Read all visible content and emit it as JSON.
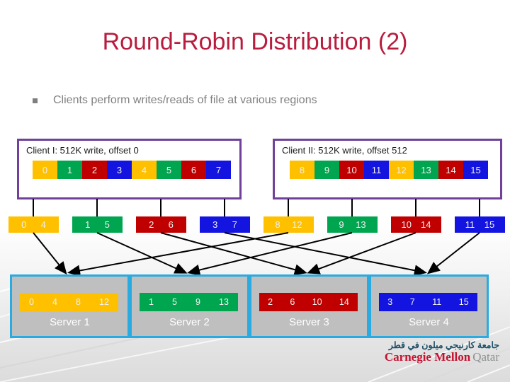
{
  "slide": {
    "title": "Round-Robin Distribution (2)",
    "bullet": "Clients perform writes/reads of file at various regions"
  },
  "palette": {
    "title_red": "#B91D3E",
    "bullet_gray": "#808080",
    "client_border_purple": "#71409A",
    "block_yellow": "#FFC000",
    "block_green": "#00A64F",
    "block_red": "#C00000",
    "block_blue": "#1414E0",
    "server_border_cyan": "#29ABE2",
    "server_bg_gray": "#BFBFBF",
    "arrow_black": "#000000",
    "brand_red": "#C41230",
    "brand_gray": "#8E9092"
  },
  "clients": [
    {
      "label": "Client I: 512K write, offset 0",
      "blocks": [
        {
          "value": "0",
          "color": "yellow"
        },
        {
          "value": "1",
          "color": "green"
        },
        {
          "value": "2",
          "color": "red"
        },
        {
          "value": "3",
          "color": "blue"
        },
        {
          "value": "4",
          "color": "yellow"
        },
        {
          "value": "5",
          "color": "green"
        },
        {
          "value": "6",
          "color": "red"
        },
        {
          "value": "7",
          "color": "blue"
        }
      ]
    },
    {
      "label": "Client II: 512K write, offset 512",
      "blocks": [
        {
          "value": "8",
          "color": "yellow"
        },
        {
          "value": "9",
          "color": "green"
        },
        {
          "value": "10",
          "color": "red"
        },
        {
          "value": "11",
          "color": "blue"
        },
        {
          "value": "12",
          "color": "yellow"
        },
        {
          "value": "13",
          "color": "green"
        },
        {
          "value": "14",
          "color": "red"
        },
        {
          "value": "15",
          "color": "blue"
        }
      ]
    }
  ],
  "stripes": [
    {
      "values": [
        "0",
        "4"
      ],
      "color": "yellow",
      "server": "Server 1"
    },
    {
      "values": [
        "1",
        "5"
      ],
      "color": "green",
      "server": "Server 2"
    },
    {
      "values": [
        "2",
        "6"
      ],
      "color": "red",
      "server": "Server 3"
    },
    {
      "values": [
        "3",
        "7"
      ],
      "color": "blue",
      "server": "Server 4"
    },
    {
      "values": [
        "8",
        "12"
      ],
      "color": "yellow",
      "server": "Server 1"
    },
    {
      "values": [
        "9",
        "13"
      ],
      "color": "green",
      "server": "Server 2"
    },
    {
      "values": [
        "10",
        "14"
      ],
      "color": "red",
      "server": "Server 3"
    },
    {
      "values": [
        "11",
        "15"
      ],
      "color": "blue",
      "server": "Server 4"
    }
  ],
  "servers": [
    {
      "name": "Server 1",
      "color": "yellow",
      "values": [
        "0",
        "4",
        "8",
        "12"
      ]
    },
    {
      "name": "Server 2",
      "color": "green",
      "values": [
        "1",
        "5",
        "9",
        "13"
      ]
    },
    {
      "name": "Server 3",
      "color": "red",
      "values": [
        "2",
        "6",
        "10",
        "14"
      ]
    },
    {
      "name": "Server 4",
      "color": "blue",
      "values": [
        "3",
        "7",
        "11",
        "15"
      ]
    }
  ],
  "footer": {
    "arabic": "جامعة كارنيجي ميلون في قطر",
    "brand_main": "Carnegie Mellon",
    "brand_suffix": "Qatar"
  }
}
